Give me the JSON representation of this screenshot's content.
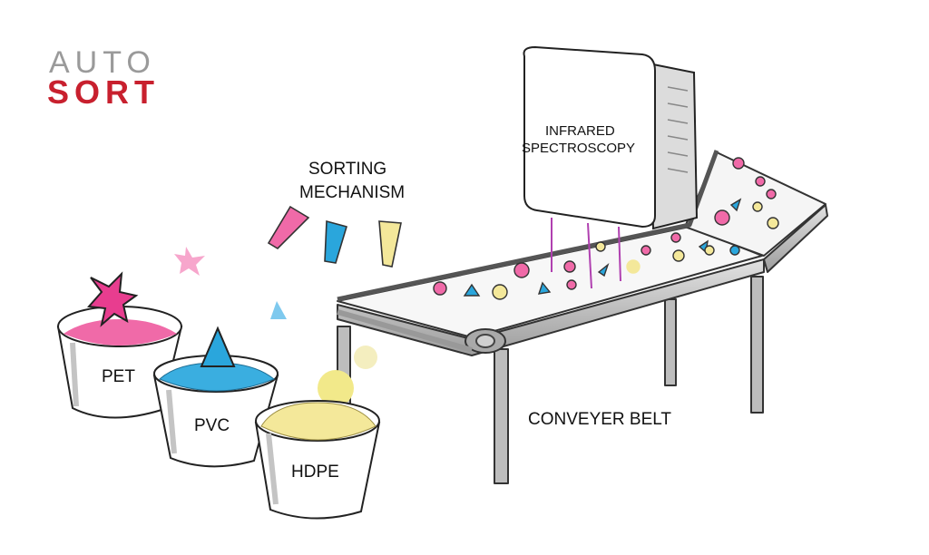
{
  "logo": {
    "top": "AUTO",
    "bottom": "SORT"
  },
  "labels": {
    "sorting_mechanism": [
      "SORTING",
      "MECHANISM"
    ],
    "infrared": [
      "INFRARED",
      "SPECTROSCOPY"
    ],
    "conveyer_belt": "CONVEYER BELT",
    "bins": {
      "pet": "PET",
      "pvc": "PVC",
      "hdpe": "HDPE"
    }
  },
  "colors": {
    "logo_top": "#9a9a9a",
    "logo_bottom": "#c8202e",
    "pet": "#f06aa8",
    "pvc": "#2aa6dc",
    "hdpe": "#f4e89a",
    "laser": "#b040b0",
    "metal": "#b8b8b8"
  }
}
